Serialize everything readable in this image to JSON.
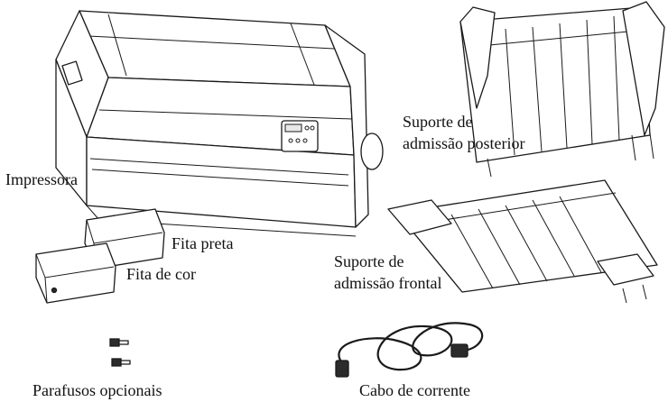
{
  "labels": {
    "printer": "Impressora",
    "ribbon_black": "Fita preta",
    "ribbon_color": "Fita de cor",
    "rear_support_line1": "Suporte de",
    "rear_support_line2": "admissão posterior",
    "front_support_line1": "Suporte de",
    "front_support_line2": "admissão frontal",
    "screws": "Parafusos opcionais",
    "power_cable": "Cabo de corrente"
  }
}
